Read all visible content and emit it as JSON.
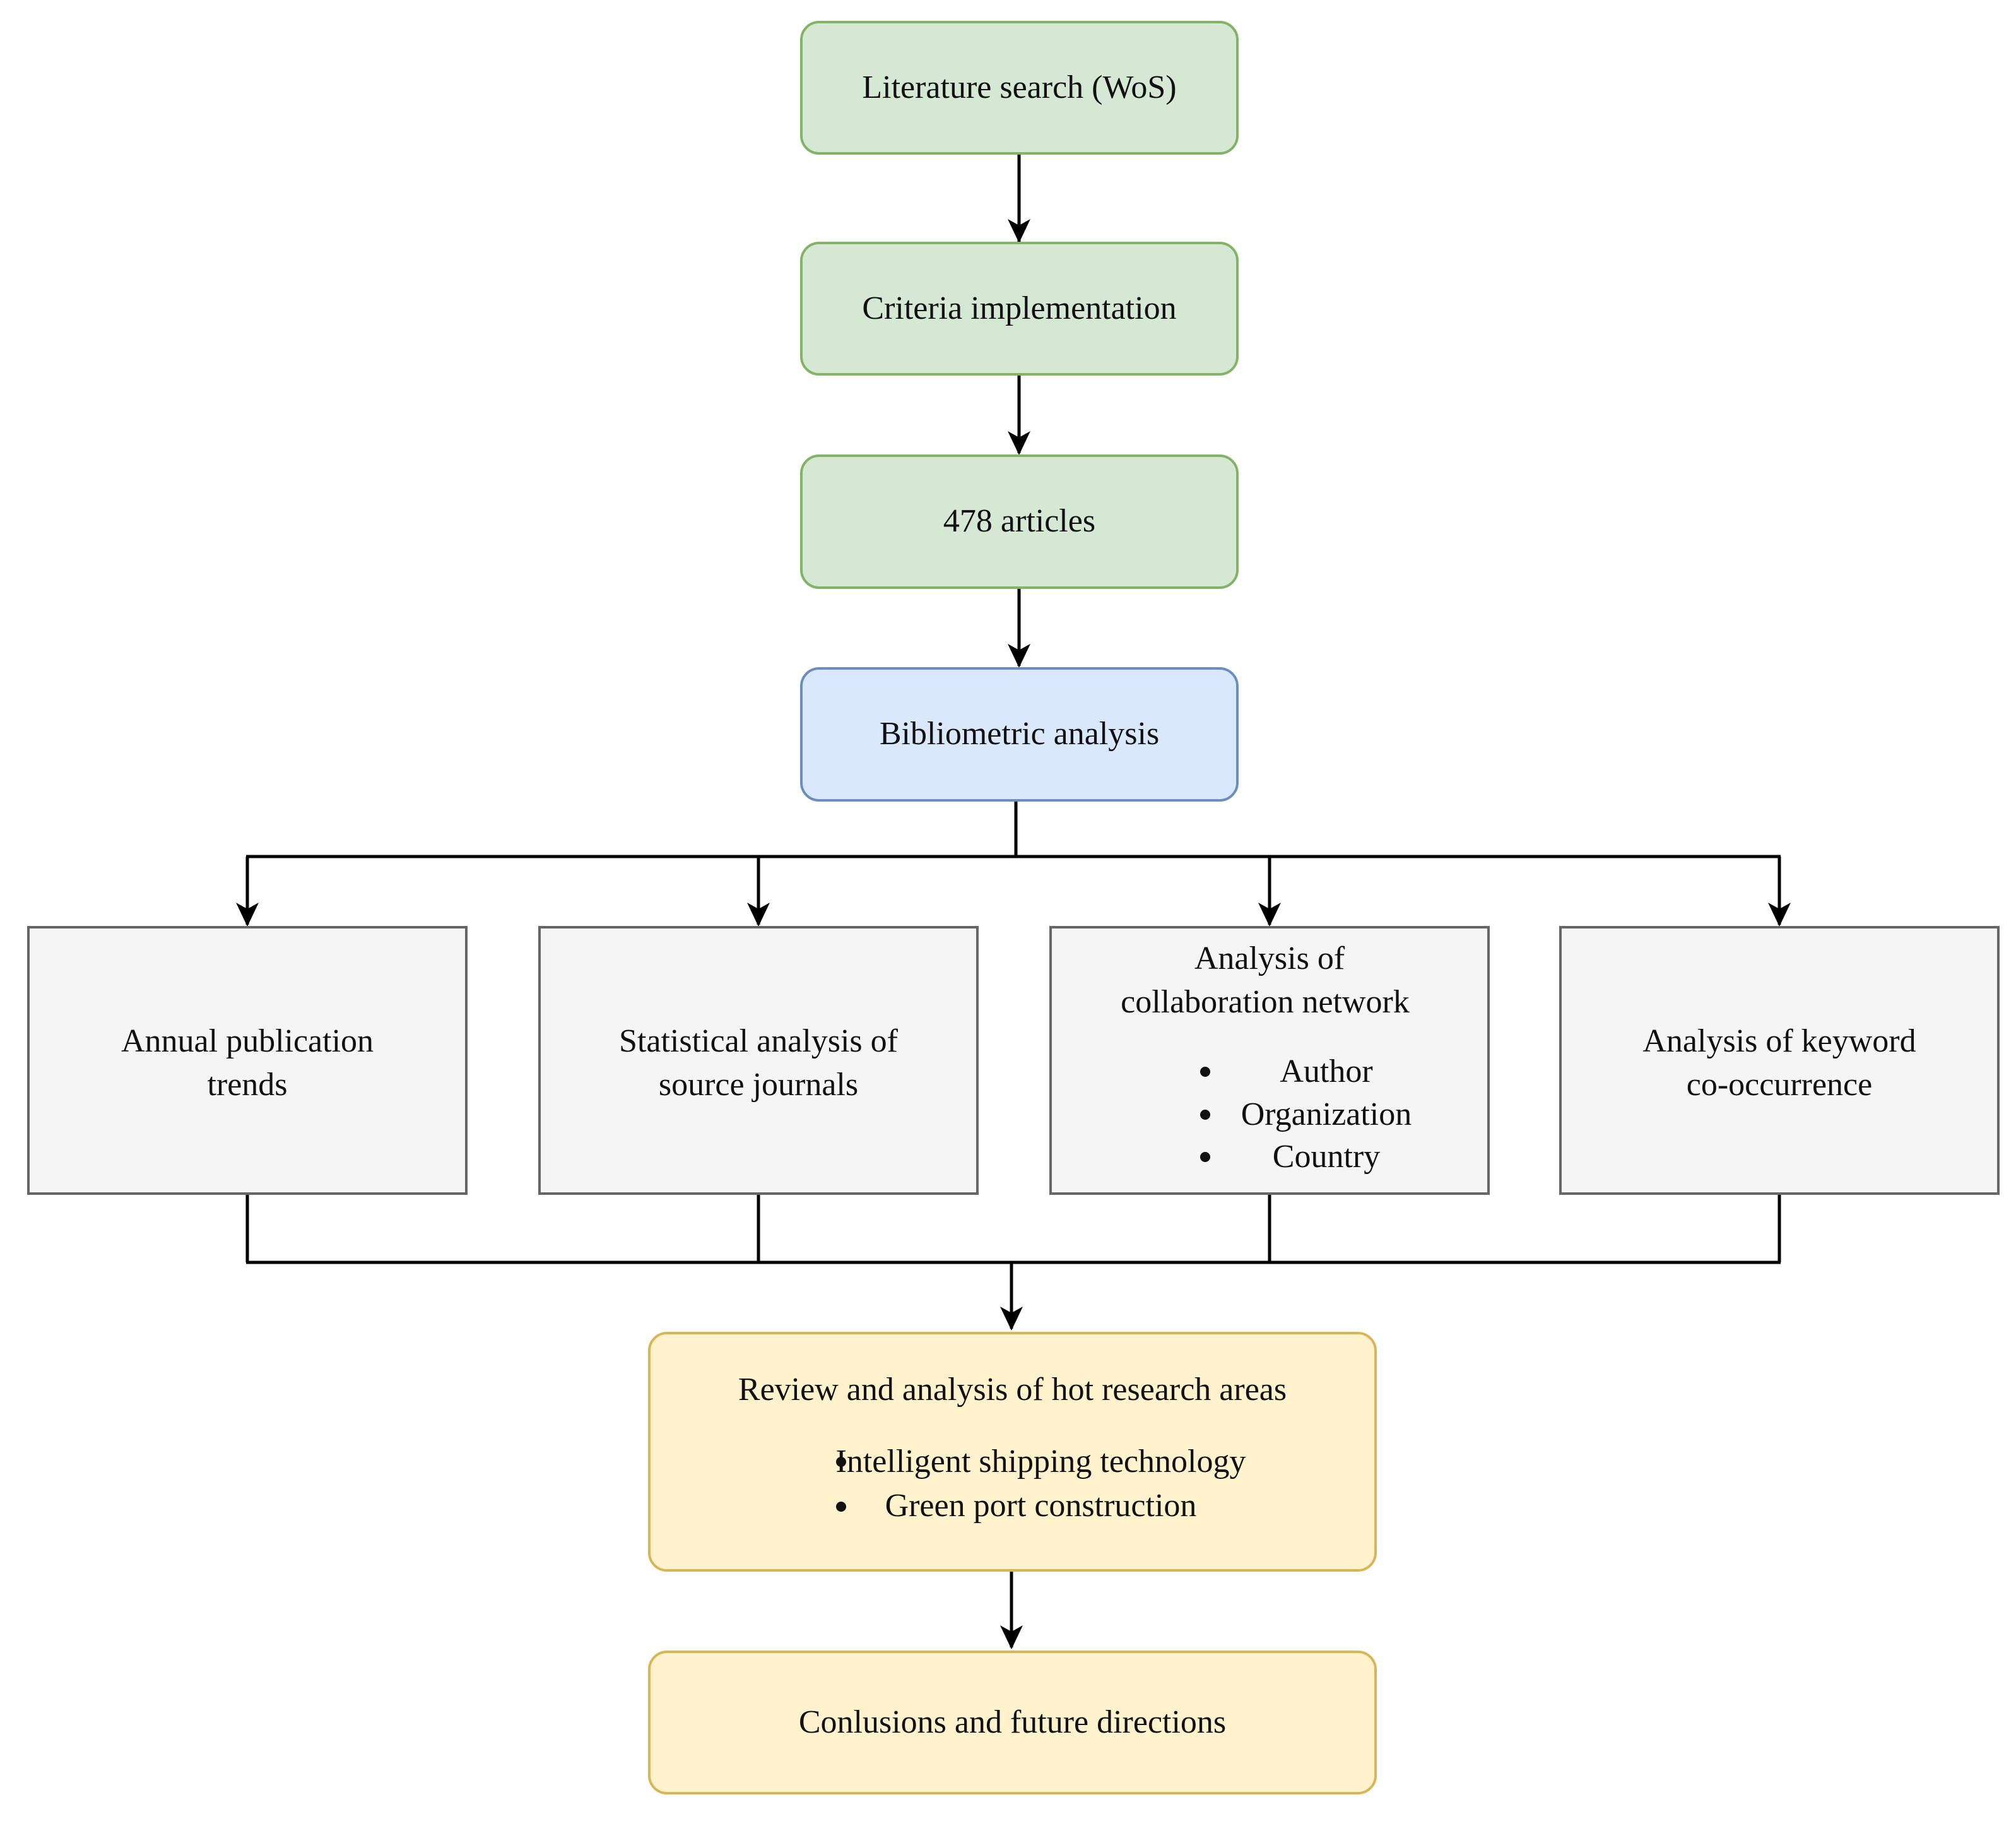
{
  "colors": {
    "green_fill": "#d5e8d4",
    "green_stroke": "#82b366",
    "blue_fill": "#dae8fc",
    "blue_stroke": "#6c8ebf",
    "gray_fill": "#f5f5f5",
    "gray_stroke": "#666666",
    "yellow_fill": "#fff2cc",
    "yellow_stroke": "#d6b656",
    "connector": "#000000"
  },
  "nodes": {
    "literature_search": {
      "title": "Literature search (WoS)"
    },
    "criteria": {
      "title": "Criteria implementation"
    },
    "articles": {
      "title": "478 articles"
    },
    "bibliometric": {
      "title": "Bibliometric analysis"
    },
    "annual": {
      "title": "Annual publication trends"
    },
    "journals": {
      "title": "Statistical analysis of source journals"
    },
    "collab": {
      "title_line1": "Analysis of",
      "title_line2": "collaboration network",
      "items": [
        "Author",
        "Organization",
        "Country"
      ]
    },
    "keyword": {
      "title": "Analysis of keyword co-occurrence"
    },
    "review": {
      "title": "Review and analysis of hot research areas",
      "items": [
        "Intelligent shipping technology",
        "Green port construction"
      ]
    },
    "conclusions": {
      "title": "Conlusions and future directions"
    }
  }
}
